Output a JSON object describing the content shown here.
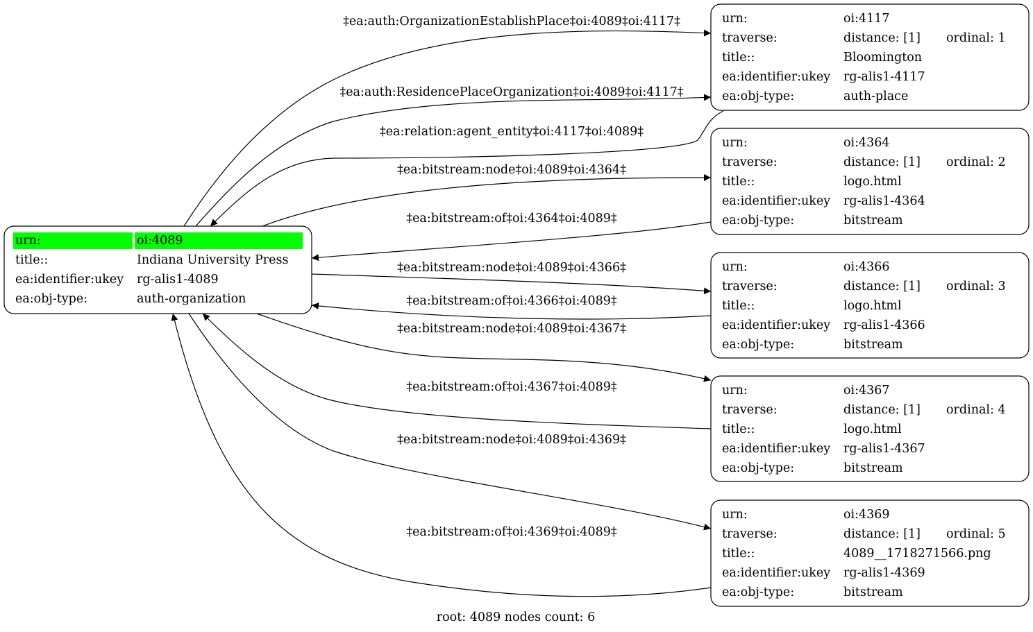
{
  "highlight_color": "#00ff00",
  "root_node": {
    "rows": [
      {
        "key": "urn:",
        "value": "oi:4089"
      },
      {
        "key": "title::",
        "value": "Indiana University Press"
      },
      {
        "key": "ea:identifier:ukey",
        "value": "rg-alis1-4089"
      },
      {
        "key": "ea:obj-type:",
        "value": "auth-organization"
      }
    ]
  },
  "nodes": [
    {
      "urn": "oi:4117",
      "traverse": "distance: [1]",
      "ordinal": "ordinal: 1",
      "title": "Bloomington",
      "ukey": "rg-alis1-4117",
      "obj_type": "auth-place"
    },
    {
      "urn": "oi:4364",
      "traverse": "distance: [1]",
      "ordinal": "ordinal: 2",
      "title": "logo.html",
      "ukey": "rg-alis1-4364",
      "obj_type": "bitstream"
    },
    {
      "urn": "oi:4366",
      "traverse": "distance: [1]",
      "ordinal": "ordinal: 3",
      "title": "logo.html",
      "ukey": "rg-alis1-4366",
      "obj_type": "bitstream"
    },
    {
      "urn": "oi:4367",
      "traverse": "distance: [1]",
      "ordinal": "ordinal: 4",
      "title": "logo.html",
      "ukey": "rg-alis1-4367",
      "obj_type": "bitstream"
    },
    {
      "urn": "oi:4369",
      "traverse": "distance: [1]",
      "ordinal": "ordinal: 5",
      "title": "4089__1718271566.png",
      "ukey": "rg-alis1-4369",
      "obj_type": "bitstream"
    }
  ],
  "row_keys": {
    "urn": "urn:",
    "traverse": "traverse:",
    "title": "title::",
    "ukey": "ea:identifier:ukey",
    "obj_type": "ea:obj-type:"
  },
  "edges": [
    {
      "label": "‡ea:auth:OrganizationEstablishPlace‡oi:4089‡oi:4117‡"
    },
    {
      "label": "‡ea:auth:ResidencePlaceOrganization‡oi:4089‡oi:4117‡"
    },
    {
      "label": "‡ea:relation:agent_entity‡oi:4117‡oi:4089‡"
    },
    {
      "label": "‡ea:bitstream:node‡oi:4089‡oi:4364‡"
    },
    {
      "label": "‡ea:bitstream:of‡oi:4364‡oi:4089‡"
    },
    {
      "label": "‡ea:bitstream:node‡oi:4089‡oi:4366‡"
    },
    {
      "label": "‡ea:bitstream:of‡oi:4366‡oi:4089‡"
    },
    {
      "label": "‡ea:bitstream:node‡oi:4089‡oi:4367‡"
    },
    {
      "label": "‡ea:bitstream:of‡oi:4367‡oi:4089‡"
    },
    {
      "label": "‡ea:bitstream:node‡oi:4089‡oi:4369‡"
    },
    {
      "label": "‡ea:bitstream:of‡oi:4369‡oi:4089‡"
    }
  ],
  "footer": "root: 4089 nodes count: 6"
}
